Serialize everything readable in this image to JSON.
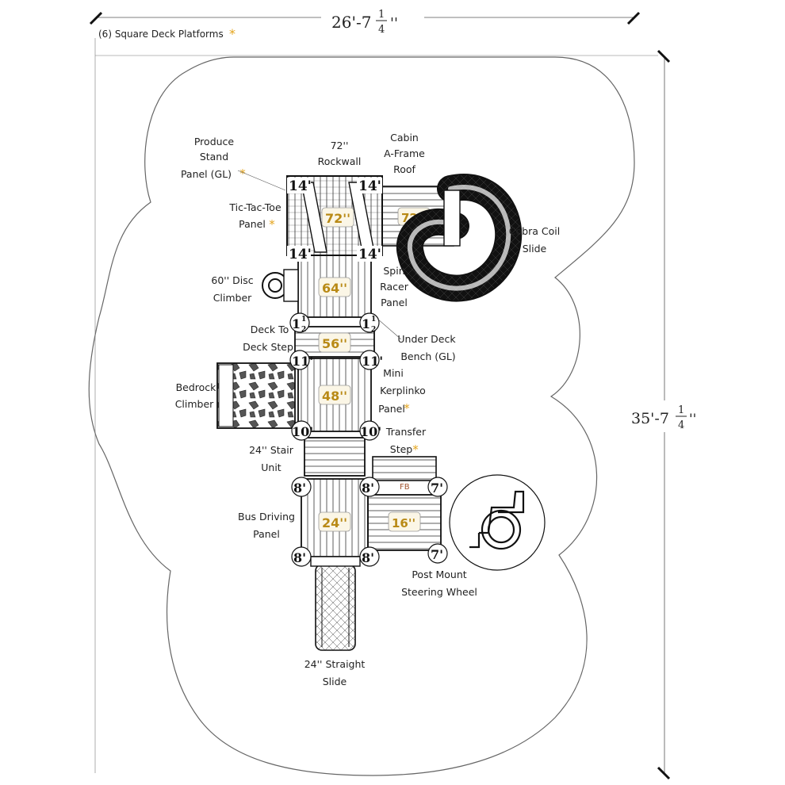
{
  "dimensions": {
    "width": {
      "whole": "26'-7",
      "num": "1",
      "den": "4",
      "unit": "''"
    },
    "depth": {
      "whole": "35'-7",
      "num": "1",
      "den": "4",
      "unit": "''"
    }
  },
  "legend_note": {
    "text": "(6) Square Deck Platforms",
    "star": "*"
  },
  "callouts": {
    "produce_stand": [
      "Produce",
      "Stand",
      "Panel (GL)"
    ],
    "rockwall": [
      "72''",
      "Rockwall"
    ],
    "cabin_roof": [
      "Cabin",
      "A-Frame",
      "Roof"
    ],
    "tic_tac_toe": [
      "Tic-Tac-Toe",
      "Panel"
    ],
    "cobra_slide": [
      "Cobra Coil",
      "Slide"
    ],
    "disc_climber": [
      "60'' Disc",
      "Climber"
    ],
    "spin_racer": [
      "Spin",
      "Racer",
      "Panel"
    ],
    "deck_step": [
      "Deck To",
      "Deck Step"
    ],
    "under_deck_bench": [
      "Under Deck",
      "Bench (GL)"
    ],
    "bedrock_climber": [
      "Bedrock",
      "Climber"
    ],
    "kerplunk": [
      "Mini",
      "Kerplinko",
      "Panel"
    ],
    "transfer_step": [
      "Transfer",
      "Step"
    ],
    "stair_unit": [
      "24'' Stair",
      "Unit"
    ],
    "bus_panel": [
      "Bus Driving",
      "Panel"
    ],
    "steering_wheel": [
      "Post Mount",
      "Steering Wheel"
    ],
    "straight_slide": [
      "24'' Straight",
      "Slide"
    ]
  },
  "deck_heights": {
    "tower_top": "72''",
    "roof_deck": "72''",
    "deck_64": "64''",
    "deck_56": "56''",
    "deck_48": "48''",
    "deck_24": "24''",
    "deck_16": "16''"
  },
  "post_labels": {
    "p14": "14'",
    "p11h_whole": "1",
    "p11h_num": "1",
    "p11h_den": "2",
    "p11": "11'",
    "p10": "10'",
    "p8": "8'",
    "p7": "7'"
  },
  "small_tags": {
    "fb": "FB"
  },
  "accessibility": {
    "icon": "wheelchair-icon"
  },
  "colors": {
    "accent": "#e4a41c",
    "deck_label": "#b98a16",
    "ink": "#1a1a1a",
    "safety_zone": "#555555"
  }
}
